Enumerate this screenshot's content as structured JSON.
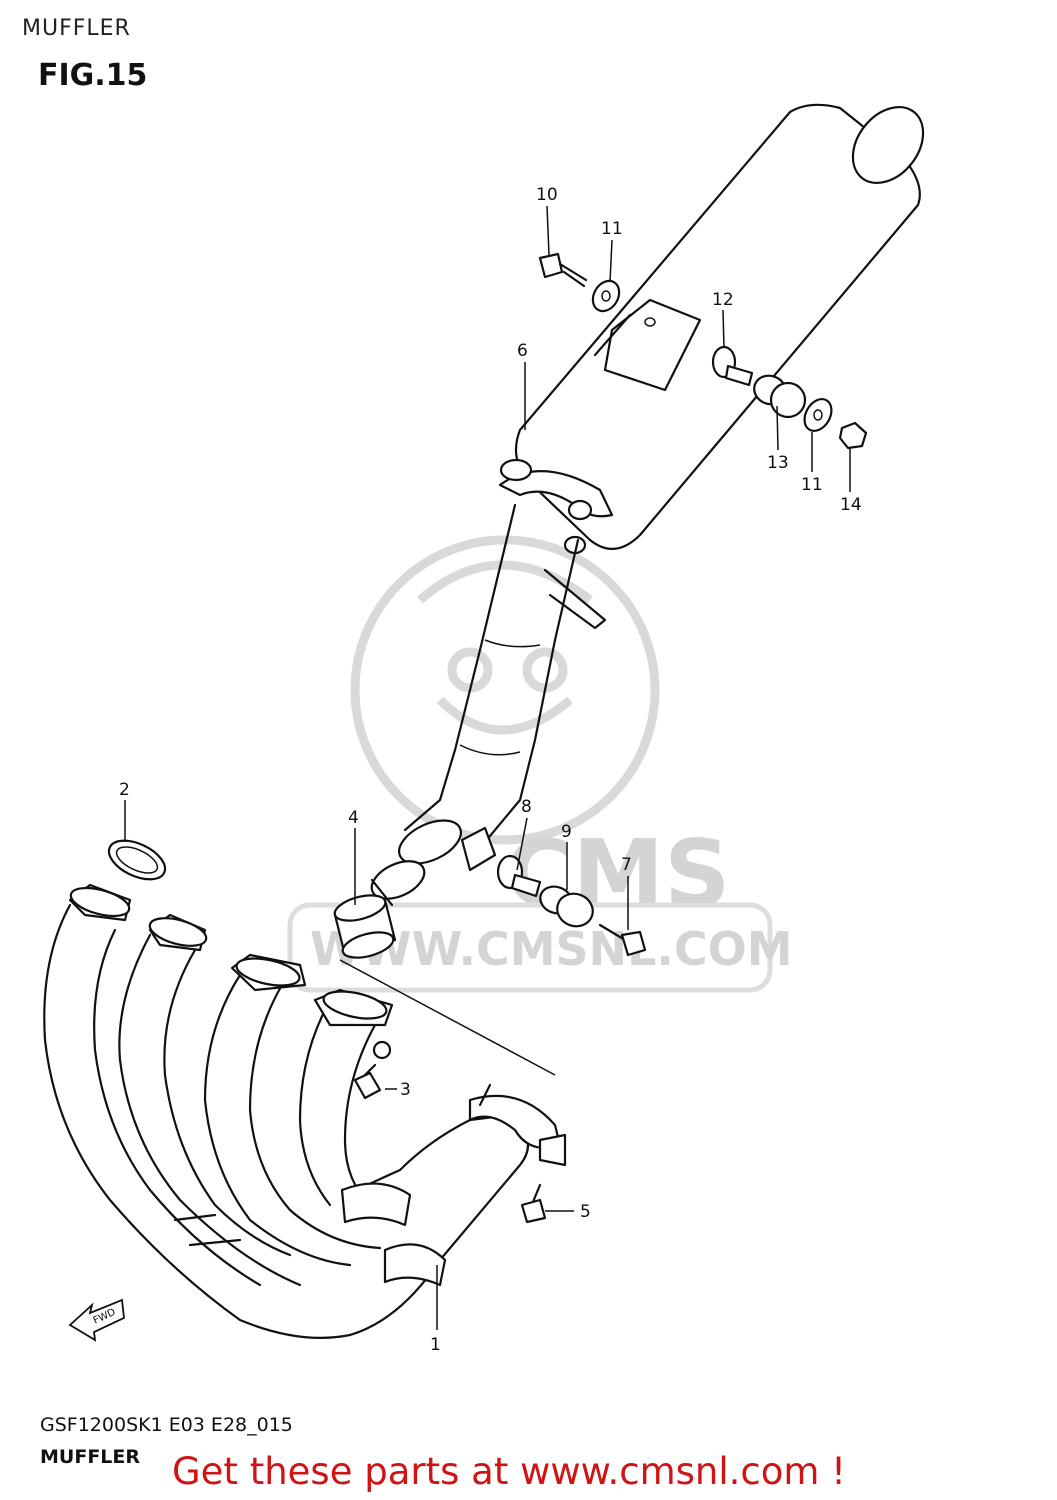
{
  "header": {
    "title": "MUFFLER"
  },
  "figure": {
    "label": "FIG.15"
  },
  "watermark": {
    "logo_text": "CMS",
    "url_text": "WWW.CMSNL.COM"
  },
  "fwd_arrow": {
    "label": "FWD"
  },
  "callouts": {
    "c1": "1",
    "c2": "2",
    "c3": "3",
    "c4": "4",
    "c5": "5",
    "c6": "6",
    "c7": "7",
    "c8": "8",
    "c9": "9",
    "c10": "10",
    "c11a": "11",
    "c11b": "11",
    "c12": "12",
    "c13": "13",
    "c14": "14"
  },
  "footer": {
    "code": "GSF1200SK1 E03 E28_015",
    "name": "MUFFLER",
    "promo": "Get these parts at www.cmsnl.com !"
  }
}
